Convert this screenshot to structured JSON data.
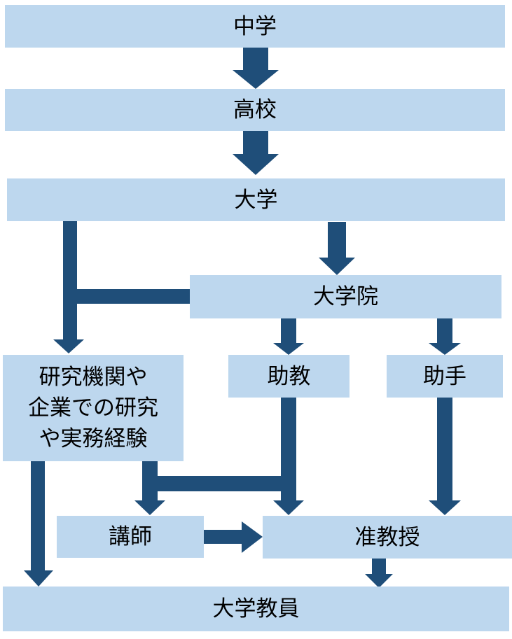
{
  "colors": {
    "box": "#bdd7ee",
    "arrow": "#1f4e79"
  },
  "nodes": {
    "junior_high": "中学",
    "high_school": "高校",
    "university": "大学",
    "graduate_school": "大学院",
    "research_line1": "研究機関や",
    "research_line2": "企業での研究",
    "research_line3": "や実務経験",
    "assistant_professor": "助教",
    "assistant": "助手",
    "lecturer": "講師",
    "associate_professor": "准教授",
    "university_faculty": "大学教員"
  }
}
